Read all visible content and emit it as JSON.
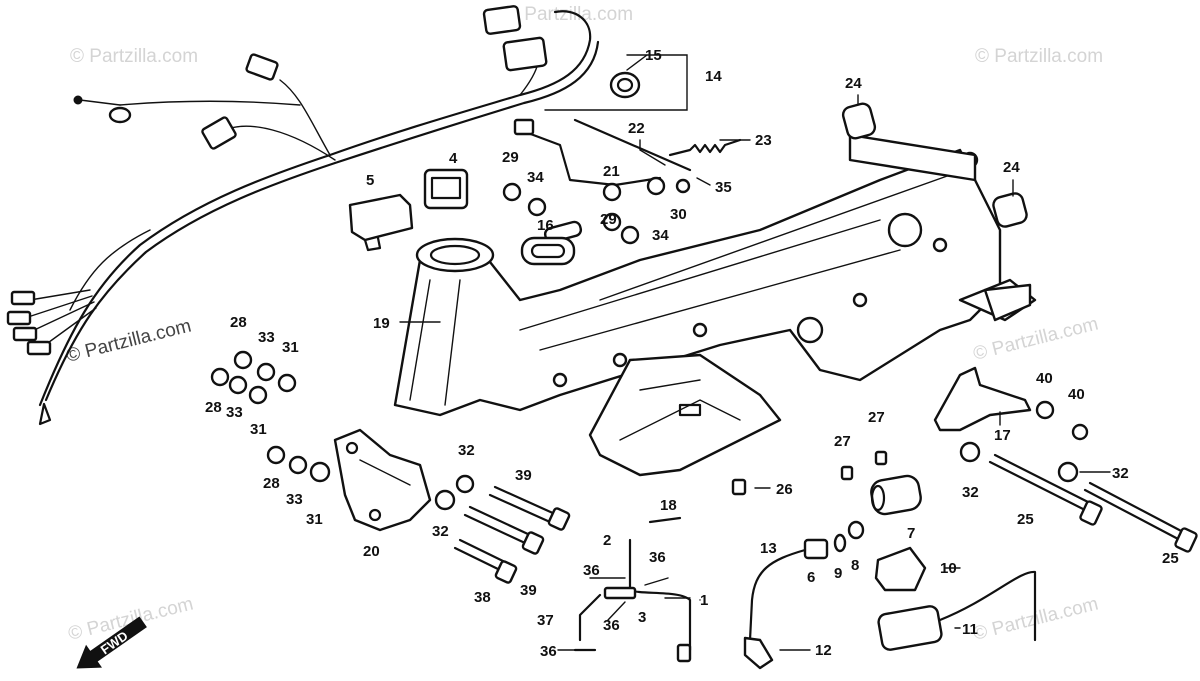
{
  "watermark": "© Partzilla.com",
  "fwd_label": "FWD",
  "callouts": {
    "n1": "1",
    "n2": "2",
    "n3": "3",
    "n4": "4",
    "n5": "5",
    "n6": "6",
    "n7": "7",
    "n8": "8",
    "n9": "9",
    "n10": "10",
    "n11": "11",
    "n12": "12",
    "n13": "13",
    "n14": "14",
    "n15": "15",
    "n16": "16",
    "n17": "17",
    "n18": "18",
    "n19": "19",
    "n20": "20",
    "n21": "21",
    "n22": "22",
    "n23": "23",
    "n24": "24",
    "n25": "25",
    "n26": "26",
    "n27": "27",
    "n28": "28",
    "n29": "29",
    "n30": "30",
    "n31": "31",
    "n32": "32",
    "n33": "33",
    "n34": "34",
    "n35": "35",
    "n36": "36",
    "n37": "37",
    "n38": "38",
    "n39": "39",
    "n40": "40"
  }
}
